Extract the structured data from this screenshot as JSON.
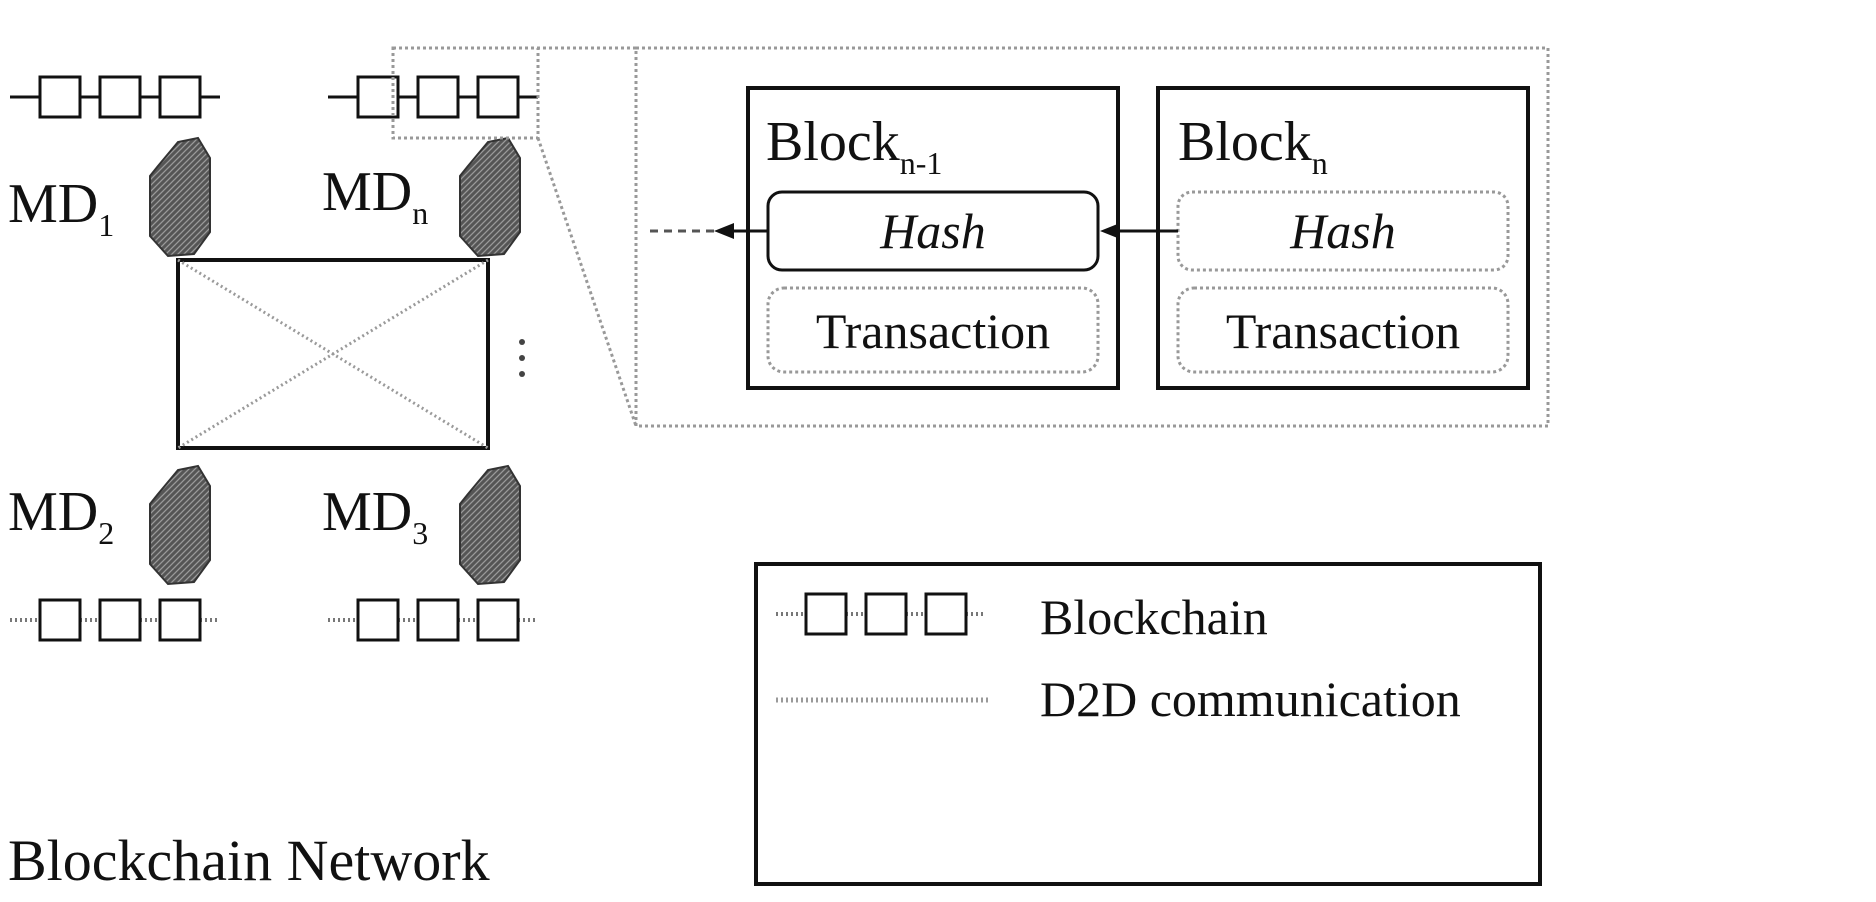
{
  "network": {
    "caption": "Blockchain Network",
    "devices": [
      {
        "base": "MD",
        "sub": "1"
      },
      {
        "base": "MD",
        "sub": "n"
      },
      {
        "base": "MD",
        "sub": "2"
      },
      {
        "base": "MD",
        "sub": "3"
      }
    ],
    "ellipsis": "..."
  },
  "detail": {
    "blocks": [
      {
        "base": "Block",
        "sub": "n-1",
        "hash": "Hash",
        "transaction": "Transaction"
      },
      {
        "base": "Block",
        "sub": "n",
        "hash": "Hash",
        "transaction": "Transaction"
      }
    ]
  },
  "legend": {
    "items": [
      {
        "label": "Blockchain",
        "symbol": "chain-icon"
      },
      {
        "label": "D2D communication",
        "symbol": "dotted-line"
      }
    ]
  },
  "colors": {
    "ink": "#111111",
    "device": "#4a4a4a",
    "dotted": "#9a9a9a"
  }
}
